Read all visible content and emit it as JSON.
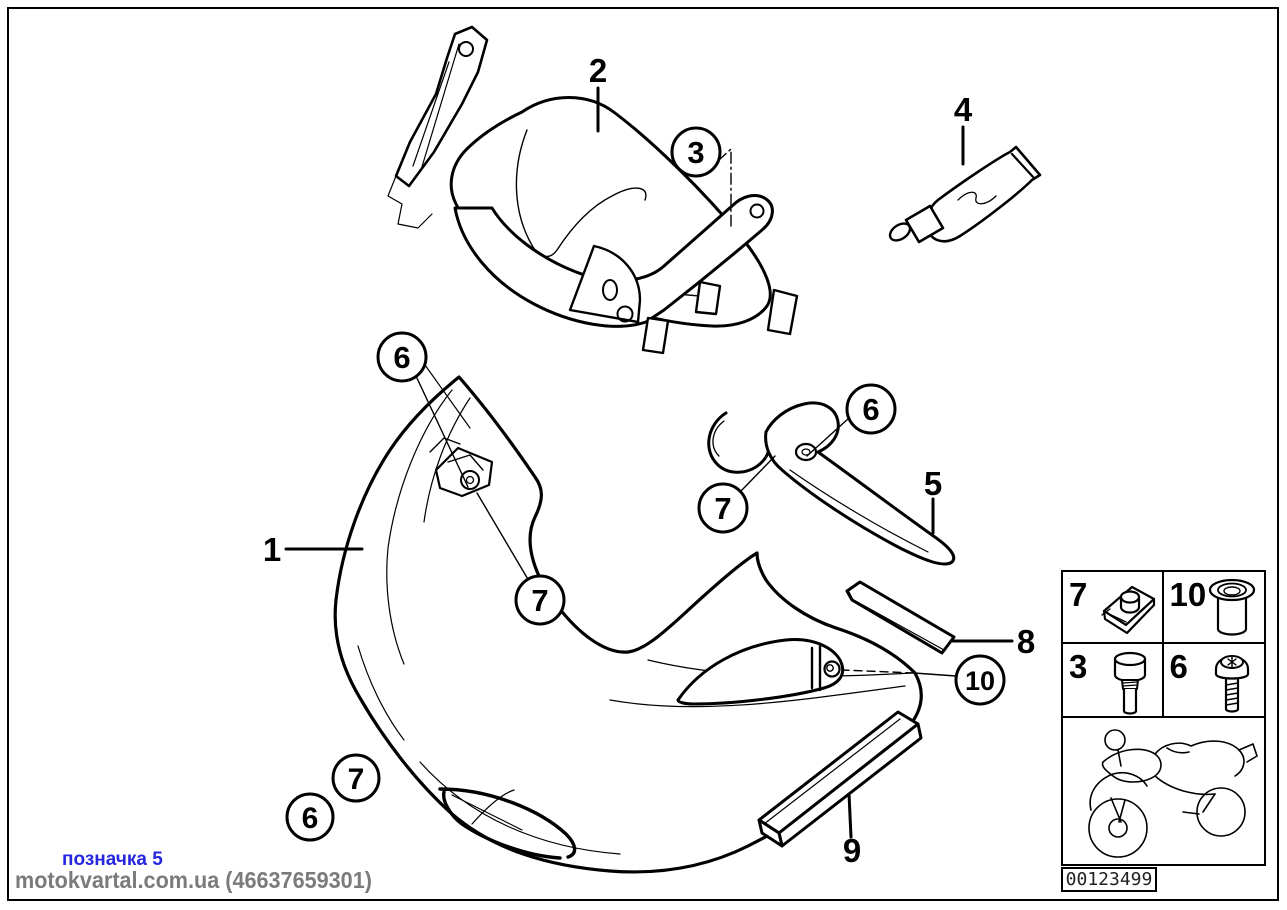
{
  "page": {
    "background": "#ffffff",
    "line_color": "#000000"
  },
  "watermark": {
    "label": "позначка 5",
    "label_color": "#2626e0",
    "source": "motokvartal.com.ua (46637659301)",
    "source_color": "#7b7b7b"
  },
  "diagram": {
    "callout_labels": [
      "1",
      "2",
      "3",
      "4",
      "5",
      "6",
      "7",
      "8",
      "9",
      "10"
    ],
    "plain_callouts": [
      "1",
      "2",
      "4",
      "5",
      "8",
      "9"
    ],
    "circled_callouts": [
      "3",
      "6",
      "6",
      "6",
      "7",
      "7",
      "7",
      "10"
    ]
  },
  "legend": {
    "cells": [
      {
        "number": "7",
        "icon": "clip-nut-icon"
      },
      {
        "number": "10",
        "icon": "collar-sleeve-icon"
      },
      {
        "number": "3",
        "icon": "shoulder-screw-icon"
      },
      {
        "number": "6",
        "icon": "pan-head-screw-icon"
      }
    ],
    "vehicle_icon": "motorcycle-icon",
    "part_number": "00123499"
  }
}
